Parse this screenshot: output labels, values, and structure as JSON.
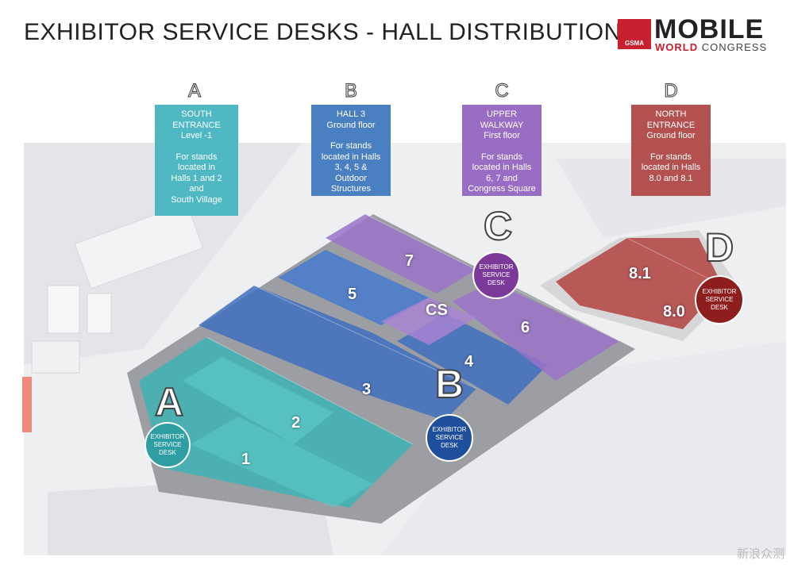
{
  "title": "EXHIBITOR SERVICE DESKS - HALL DISTRIBUTION",
  "logo": {
    "badge": "GSMA",
    "mobile": "MOBILE",
    "world": "WORLD",
    "congress": "CONGRESS"
  },
  "panels": [
    {
      "letter": "A",
      "lines": [
        "SOUTH",
        "ENTRANCE",
        "Level -1",
        "",
        "For stands",
        "located in",
        "Halls 1 and 2",
        "and",
        "South Village"
      ],
      "color": "#4fb8c2"
    },
    {
      "letter": "B",
      "lines": [
        "HALL 3",
        "Ground floor",
        "",
        "For stands",
        "located in Halls",
        "3, 4, 5 &",
        "Outdoor",
        "Structures"
      ],
      "color": "#4a7fc1"
    },
    {
      "letter": "C",
      "lines": [
        "UPPER",
        "WALKWAY",
        "First floor",
        "",
        "For stands",
        "located in Halls",
        "6, 7 and",
        "Congress Square"
      ],
      "color": "#9a6dc4"
    },
    {
      "letter": "D",
      "lines": [
        "NORTH",
        "ENTRANCE",
        "Ground floor",
        "",
        "For stands",
        "located in Halls",
        "8.0 and 8.1"
      ],
      "color": "#b2514f"
    }
  ],
  "halls": [
    "1",
    "2",
    "3",
    "4",
    "5",
    "6",
    "7",
    "8.1",
    "8.0",
    "CS"
  ],
  "desks": {
    "label_line1": "EXHIBITOR",
    "label_line2": "SERVICE",
    "label_line3": "DESK",
    "big": [
      "A",
      "B",
      "C",
      "D"
    ]
  },
  "watermark": "新浪众测",
  "colors": {
    "teal": "#3eb3b5",
    "blue": "#3f6fc0",
    "purple": "#9b72c9",
    "red": "#b3423f",
    "deskA": "#2f9ea2",
    "deskB": "#1f4f9c",
    "deskC": "#7b3a9a",
    "deskD": "#8e1d1d"
  }
}
